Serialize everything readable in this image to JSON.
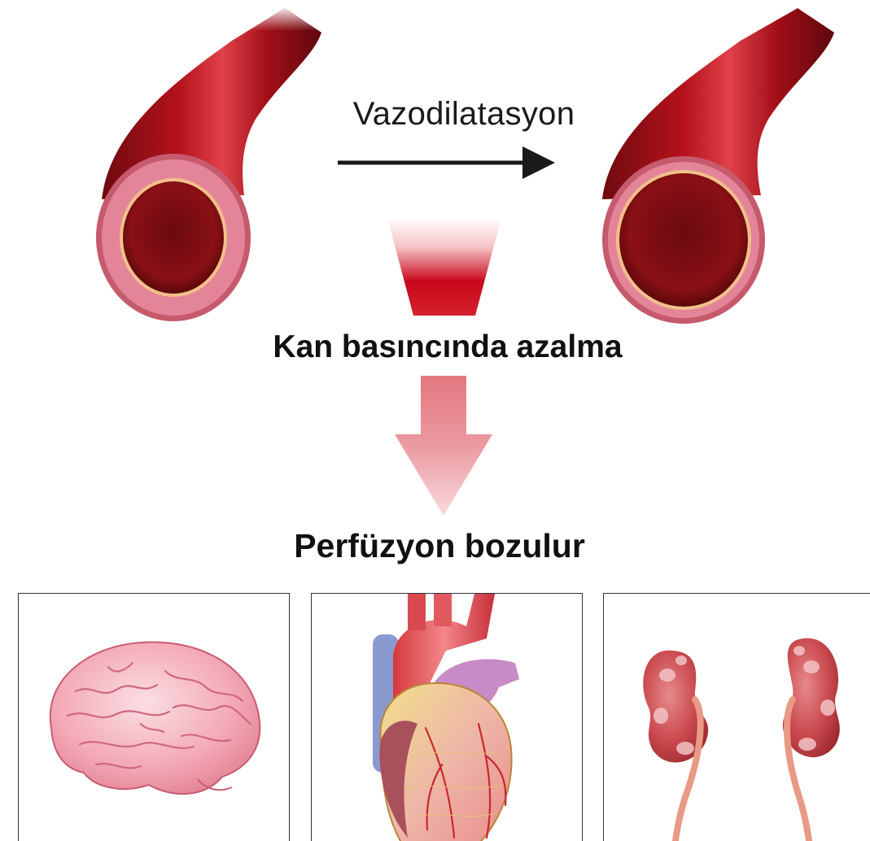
{
  "diagram": {
    "top_arrow_label": "Vazodilatasyon",
    "middle_label": "Kan basıncında azalma",
    "bottom_label": "Perfüzyon bozulur"
  },
  "icons": {
    "vessel_before": "blood-vessel",
    "vessel_after": "dilated-blood-vessel",
    "organs": [
      "brain",
      "heart",
      "kidneys"
    ]
  },
  "colors": {
    "vessel_red": "#b5121b",
    "vessel_wall_pink": "#e07a8e",
    "funnel_red": "#c8081a",
    "arrow_pink": "#e8868f",
    "text": "#111111"
  }
}
